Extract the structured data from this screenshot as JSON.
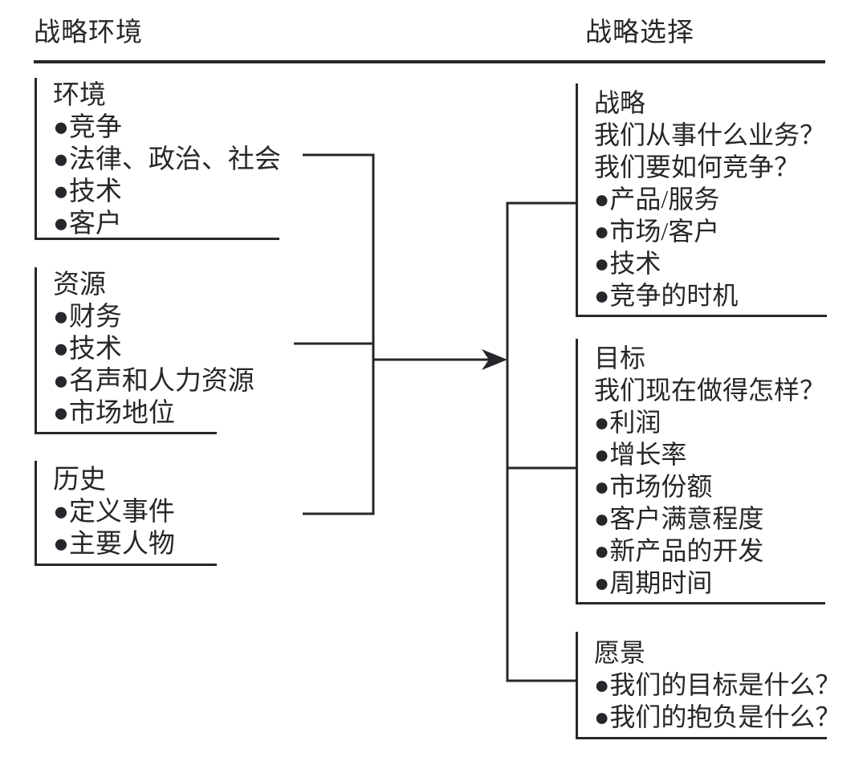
{
  "diagram": {
    "header_left": "战略环境",
    "header_right": "战略选择",
    "colors": {
      "ink": "#27272b",
      "background": "#ffffff"
    },
    "left_column": {
      "boxes": [
        {
          "title": "环境",
          "items": [
            "●竞争",
            "●法律、政治、社会",
            "●技术",
            "●客户"
          ]
        },
        {
          "title": "资源",
          "items": [
            "●财务",
            "●技术",
            "●名声和人力资源",
            "●市场地位"
          ]
        },
        {
          "title": "历史",
          "items": [
            "●定义事件",
            "●主要人物"
          ]
        }
      ]
    },
    "right_column": {
      "boxes": [
        {
          "title": "战略",
          "items": [
            "我们从事什么业务？",
            "我们要如何竞争？",
            "●产品/服务",
            "●市场/客户",
            "●技术",
            "●竞争的时机"
          ]
        },
        {
          "title": "目标",
          "items": [
            "我们现在做得怎样？",
            "●利润",
            "●增长率",
            "●市场份额",
            "●客户满意程度",
            "●新产品的开发",
            "●周期时间"
          ]
        },
        {
          "title": "愿景",
          "items": [
            "●我们的目标是什么？",
            "●我们的抱负是什么？"
          ]
        }
      ]
    }
  }
}
